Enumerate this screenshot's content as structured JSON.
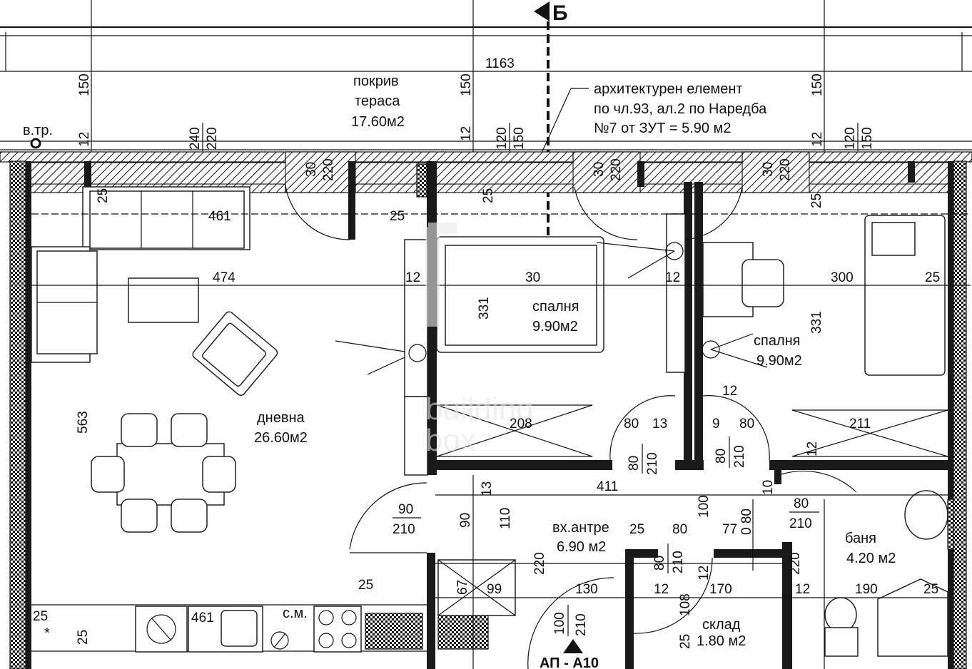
{
  "section_marker": "Б",
  "roof_terrace": {
    "name": "покрив",
    "name2": "тераса",
    "area": "17.60м2"
  },
  "note": {
    "line1": "архитектурен елемент",
    "line2": "по чл.93, ал.2 по Наредба",
    "line3": "№7 от ЗУТ = 5.90 м2"
  },
  "drain": "в.тр.",
  "rooms": {
    "living": {
      "name": "дневна",
      "area": "26.60м2"
    },
    "bedroom1": {
      "name": "спалня",
      "area": "9.90м2"
    },
    "bedroom2": {
      "name": "спалня",
      "area": "9.90м2"
    },
    "entrance": {
      "name": "вх.антре",
      "area": "6.90 м2"
    },
    "bathroom": {
      "name": "баня",
      "area": "4.20 м2"
    },
    "storage": {
      "name": "склад",
      "area": "1.80 м2"
    }
  },
  "kitchen_label": "с.м.",
  "stair_label": "АП - А10",
  "watermark": {
    "line1": "building",
    "line2": "box"
  },
  "dims": {
    "top": "1163",
    "d150a": "150",
    "d150b": "150",
    "d150c": "150",
    "d12a": "12",
    "d12b": "12",
    "d12c": "12",
    "d240": "240",
    "d220a": "220",
    "d120a": "120",
    "d150d": "150",
    "d120b": "120",
    "d150e": "150",
    "d30a": "30",
    "d220b": "220",
    "d30b": "30",
    "d220c": "220",
    "d30c": "30",
    "d220d": "220",
    "d25a": "25",
    "d25b": "25",
    "d25c": "25",
    "d25d": "25",
    "d461a": "461",
    "d474": "474",
    "d563": "563",
    "d12d": "12",
    "d30": "30",
    "d331a": "331",
    "d12e": "12",
    "d300": "300",
    "d25e": "25",
    "d331b": "331",
    "d12f": "12",
    "d208": "208",
    "d80a": "80",
    "d13a": "13",
    "d9": "9",
    "d80b": "80",
    "d211": "211",
    "d12g": "12",
    "d80c": "80",
    "d210a": "210",
    "d80d": "80",
    "d210b": "210",
    "d411": "411",
    "d13b": "13",
    "d10": "10",
    "d90a": "90",
    "d210c": "210",
    "d90b": "90",
    "d110": "110",
    "d100a": "100",
    "d080": "0 80",
    "d80e": "80",
    "d210d": "210",
    "d25f": "25",
    "d80f": "80",
    "d77": "77",
    "d80g": "80",
    "d210e": "210",
    "d220e": "220",
    "d220f": "220",
    "d12h": "12",
    "d25g": "25",
    "d67": "67",
    "d99": "99",
    "d130": "130",
    "d12i": "12",
    "d170": "170",
    "d12j": "12",
    "d190": "190",
    "d25h": "25",
    "d100b": "100",
    "d210f": "210",
    "d108": "108",
    "d25i": "25",
    "d25j": "25",
    "d25k": "25",
    "d461b": "461"
  }
}
